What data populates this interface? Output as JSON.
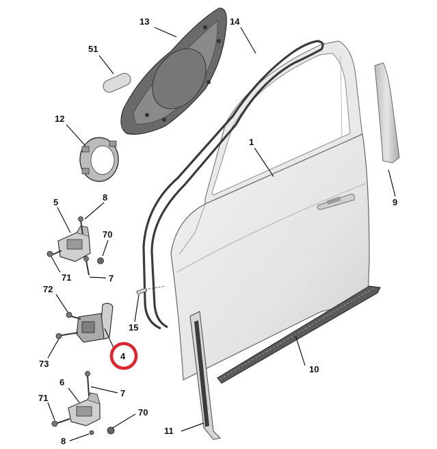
{
  "diagram": {
    "callouts": {
      "c1": "1",
      "c4": "4",
      "c5": "5",
      "c6": "6",
      "c7a": "7",
      "c7b": "7",
      "c8a": "8",
      "c8b": "8",
      "c9": "9",
      "c10": "10",
      "c11": "11",
      "c12": "12",
      "c13": "13",
      "c14": "14",
      "c15": "15",
      "c51": "51",
      "c70a": "70",
      "c70b": "70",
      "c71a": "71",
      "c71b": "71",
      "c72": "72",
      "c73": "73"
    },
    "highlight": {
      "part": "4",
      "color": "#e8202a"
    }
  }
}
